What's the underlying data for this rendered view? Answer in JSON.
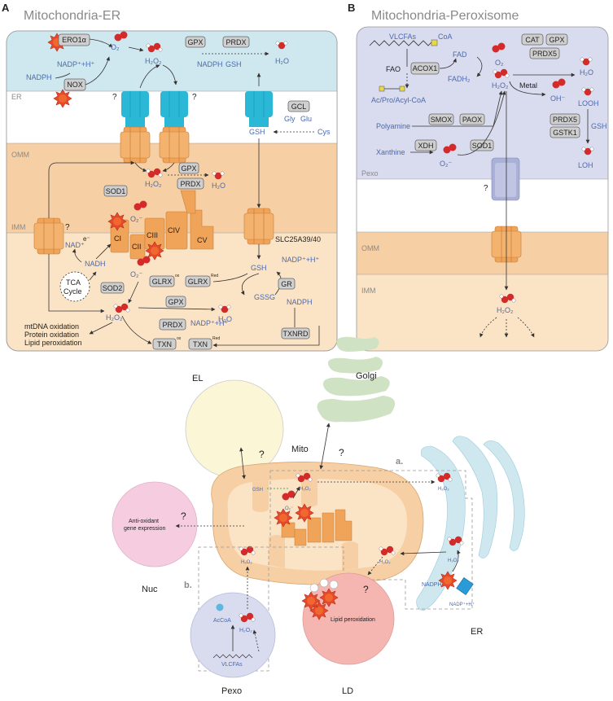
{
  "panelA": {
    "letter": "A",
    "title": "Mitochondria-ER",
    "regions": {
      "er": "ER",
      "omm": "OMM",
      "imm": "IMM"
    },
    "labels": {
      "ero1a": "ERO1α",
      "nox": "NOX",
      "gpx": "GPX",
      "prdx": "PRDX",
      "gcl": "GCL",
      "sod1": "SOD1",
      "sod2": "SOD2",
      "gpx2": "GPX",
      "prdx2": "PRDX",
      "prdx3": "PRDX",
      "gr": "GR",
      "txnrd": "TXNRD",
      "glrx_ox": "GLRX",
      "glrx_red": "GLRX",
      "txn_ox": "TXN",
      "txn_red": "TXN",
      "ci": "CI",
      "cii": "CII",
      "ciii": "CIII",
      "civ": "CIV",
      "cv": "CV",
      "o2": "O₂",
      "h2o2": "H₂O₂",
      "h2o": "H₂O",
      "nadph": "NADPH",
      "nadp": "NADP⁺+H⁺",
      "gsh": "GSH",
      "gssg": "GSSG",
      "gly": "Gly",
      "glu": "Glu",
      "cys": "Cys",
      "slc": "SLC25A39/40",
      "nad": "NAD⁺",
      "nadh": "NADH",
      "e": "e⁻",
      "tca1": "TCA",
      "tca2": "Cycle",
      "o2rad": "O₂⁻",
      "ox_sup": "ox",
      "red_sup": "Red",
      "q": "?",
      "mtdna": "mtDNA oxidation",
      "protein": "Protein oxidation",
      "lipid": "Lipid peroxidation"
    }
  },
  "panelB": {
    "letter": "B",
    "title": "Mitochondria-Peroxisome",
    "regions": {
      "pexo": "Pexo",
      "omm": "OMM",
      "imm": "IMM"
    },
    "labels": {
      "vlcfas": "VLCFAs",
      "coa": "CoA",
      "fao": "FAO",
      "acox1": "ACOX1",
      "fad": "FAD",
      "fadh2": "FADH₂",
      "acyl": "Ac/Pro/Acyl-CoA",
      "cat": "CAT",
      "gpx": "GPX",
      "prdx5": "PRDX5",
      "prdx5b": "PRDX5",
      "gstk1": "GSTK1",
      "gsh": "GSH",
      "o2": "O₂",
      "h2o2": "H₂O₂",
      "h2o": "H₂O",
      "metal": "Metal",
      "oh": "OH⁻",
      "looh": "LOOH",
      "loh": "LOH",
      "polyamine": "Polyamine",
      "smox": "SMOX",
      "paox": "PAOX",
      "xanthine": "Xanthine",
      "xdh": "XDH",
      "sod1": "SOD1",
      "o2rad": "O₂⁻",
      "q": "?"
    }
  },
  "panelC": {
    "organelles": {
      "el": "EL",
      "golgi": "Golgi",
      "mito": "Mito",
      "nuc": "Nuc",
      "er": "ER",
      "ld": "LD",
      "pexo": "Pexo"
    },
    "labels": {
      "gsh": "GSH",
      "h2o2": "H₂O₂",
      "o2rad": "O₂⁻",
      "antiox1": "Anti-oxidant",
      "antiox2": "gene expression",
      "acoa": "AcCoA",
      "vlcfas": "VLCFAs",
      "nadph": "NADPH",
      "nadp": "NADP⁺+H⁺",
      "lipid": "Lipid peroxidation",
      "a": "a.",
      "b": "b.",
      "q": "?"
    }
  },
  "colors": {
    "er_blue": "#cfe8f0",
    "omm_orange": "#f7cfa4",
    "imm_orange": "#fbe3c6",
    "pexo_lav": "#d9dbee",
    "channel_cyan": "#2ab8d6",
    "protein_orange": "#f0a45a",
    "h2o2_red": "#d42a2a",
    "text_blue": "#4a6ab0",
    "el_yellow": "#fbf6d6",
    "golgi_green": "#cfe2c3",
    "nuc_pink": "#f6cde0",
    "ld_red": "#f5b5b0"
  }
}
